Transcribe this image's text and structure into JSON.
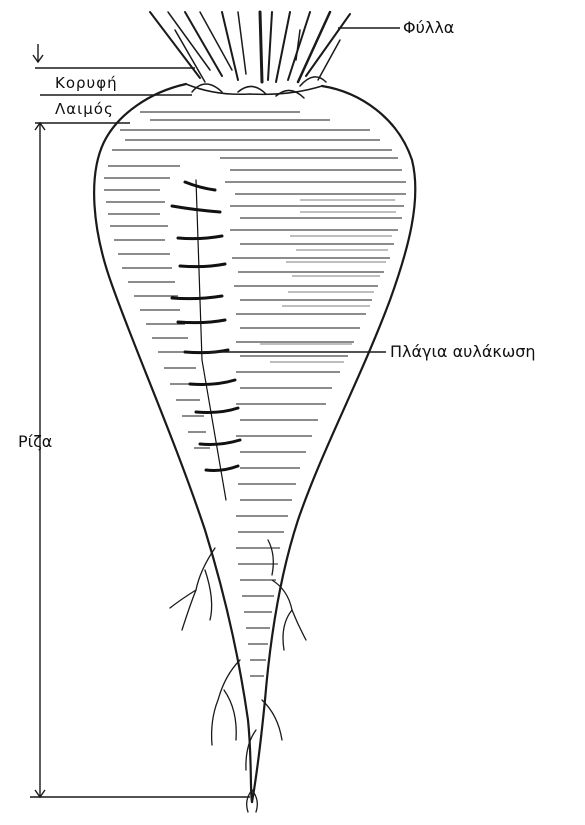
{
  "labels": {
    "leaves": "Φύλλα",
    "crown": "Κορυφή",
    "neck": "Λαιμός",
    "root": "Ρίζα",
    "lateral_groove": "Πλάγια αυλάκωση"
  },
  "colors": {
    "ink": "#1a1a1a",
    "background": "#ffffff"
  }
}
